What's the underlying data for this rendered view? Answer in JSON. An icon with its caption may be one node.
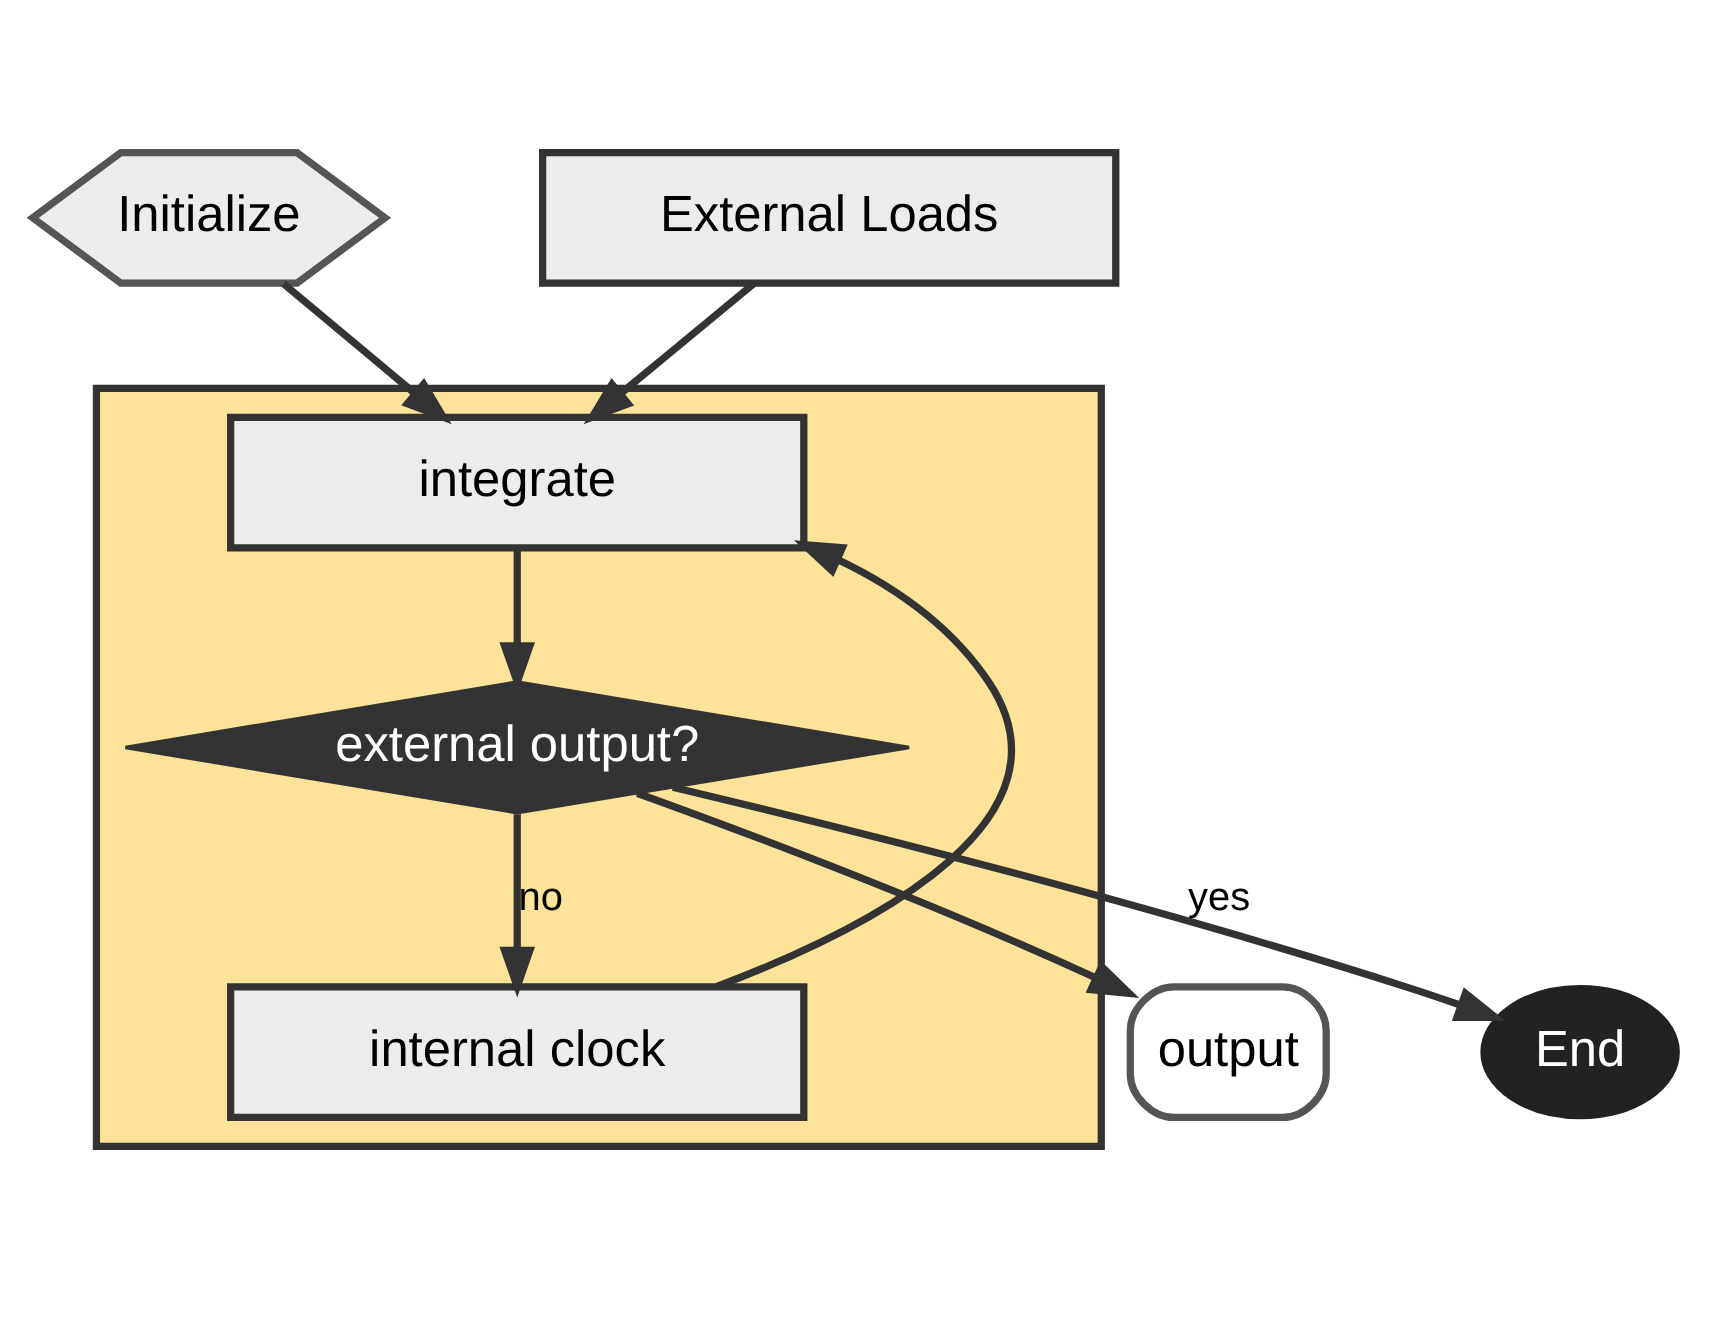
{
  "diagram": {
    "nodes": [
      {
        "text": [
          "Initialize"
        ]
      },
      {
        "text": [],
        "shape": "box"
      },
      {
        "text": [
          "External Loads"
        ]
      },
      {
        "text": [
          "integrate"
        ],
        "in": 1
      },
      {
        "text": [
          "internal clock"
        ],
        "in": 1
      },
      {
        "text": [
          "external output?"
        ],
        "in": 1
      },
      {
        "text": [
          "output"
        ]
      },
      {
        "text": [
          "End"
        ]
      }
    ],
    "edges": [
      {
        "from": 0,
        "to": 3,
        "arrow": "to"
      },
      {
        "from": 2,
        "to": 3,
        "arrow": "to"
      },
      {
        "from": 3,
        "to": 5,
        "arrow": "to"
      },
      {
        "from": 5,
        "to": 4,
        "arrow": "to",
        "label": "no"
      },
      {
        "from": 4,
        "to": 3,
        "arrow": "to"
      },
      {
        "from": 5,
        "to": 7,
        "arrow": "to",
        "label": "yes"
      },
      {
        "from": 5,
        "to": 6,
        "arrow": "to"
      }
    ]
  }
}
